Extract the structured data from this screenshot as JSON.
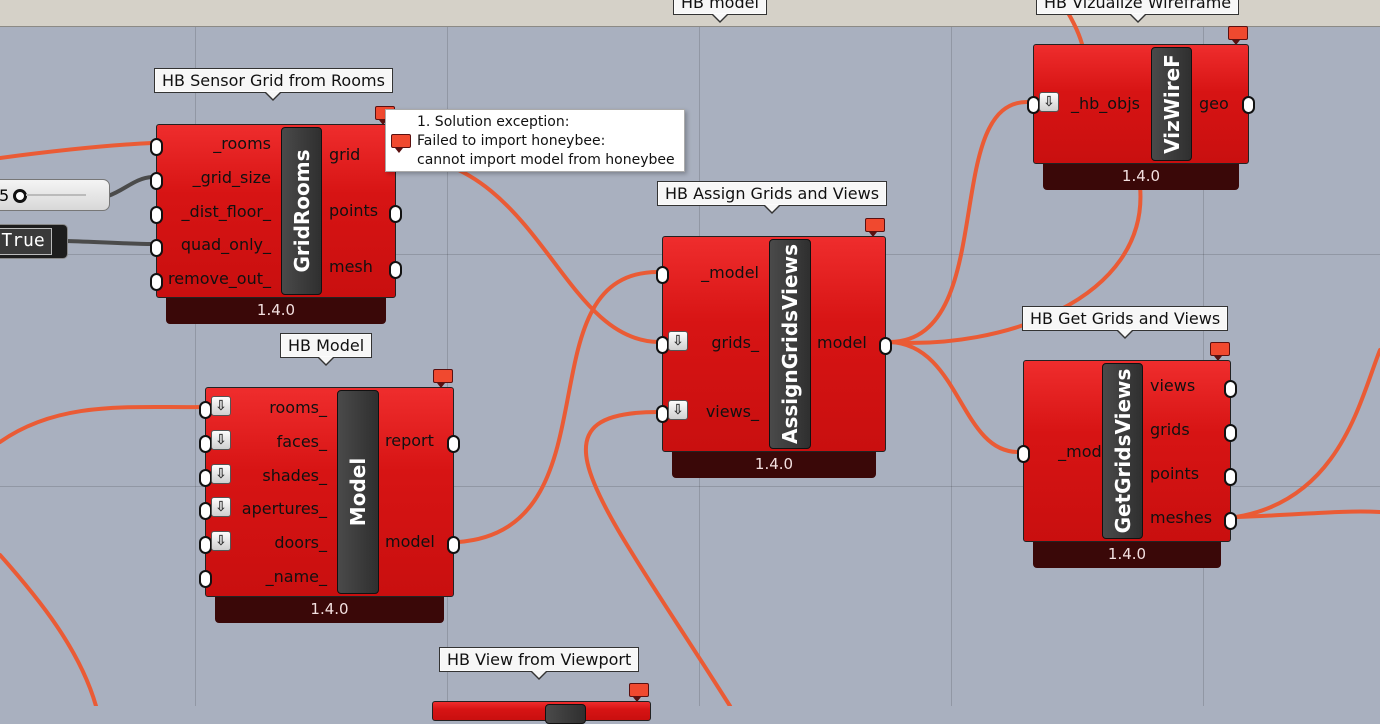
{
  "canvas": {
    "wire_color": "#ea5b35",
    "component_color": "#d71414",
    "top_labels": [
      "HB model",
      "HB Vizualize Wireframe"
    ]
  },
  "tooltip": {
    "lines": [
      "1. Solution exception:",
      "Failed to import honeybee:",
      "cannot import model from honeybee"
    ]
  },
  "inputs": {
    "slider_value": "5",
    "toggle_value": "True"
  },
  "components": {
    "sensor_grid": {
      "label": "HB Sensor Grid from Rooms",
      "nickname": "GridRooms",
      "inputs": [
        "_rooms",
        "_grid_size",
        "_dist_floor_",
        "quad_only_",
        "remove_out_"
      ],
      "outputs": [
        "grid",
        "points",
        "mesh"
      ],
      "version": "1.4.0"
    },
    "model": {
      "label": "HB Model",
      "nickname": "Model",
      "inputs": [
        "rooms_",
        "faces_",
        "shades_",
        "apertures_",
        "doors_",
        "_name_"
      ],
      "outputs": [
        "report",
        "model"
      ],
      "version": "1.4.0"
    },
    "assign": {
      "label": "HB Assign Grids and Views",
      "nickname": "AssignGridsViews",
      "inputs": [
        "_model",
        "grids_",
        "views_"
      ],
      "outputs": [
        "model"
      ],
      "version": "1.4.0"
    },
    "vizwire": {
      "nickname": "VizWireF",
      "inputs": [
        "_hb_objs"
      ],
      "outputs": [
        "geo"
      ],
      "version": "1.4.0"
    },
    "getgrids": {
      "label": "HB Get Grids and Views",
      "nickname": "GetGridsViews",
      "inputs": [
        "_model"
      ],
      "outputs": [
        "views",
        "grids",
        "points",
        "meshes"
      ],
      "version": "1.4.0"
    },
    "viewport": {
      "label": "HB View from Viewport"
    }
  }
}
